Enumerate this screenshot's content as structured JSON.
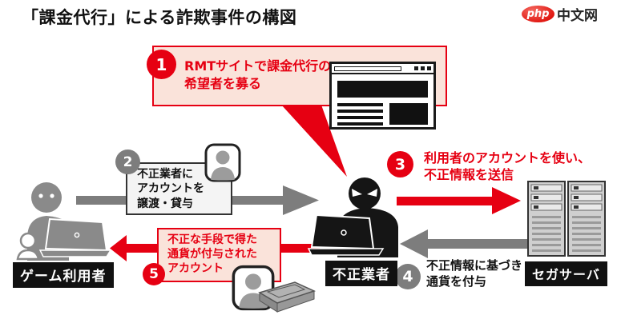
{
  "header": {
    "title": "「課金代行」による詐欺事件の構図"
  },
  "logo": {
    "badge": "php",
    "site": "中文网"
  },
  "colors": {
    "accent_red": "#e60012",
    "pink_fill": "#fae3da",
    "gray": "#7d7d7d",
    "black": "#111111"
  },
  "steps": [
    {
      "number": "1",
      "lines": [
        "RMTサイトで課金代行の",
        "希望者を募る"
      ]
    },
    {
      "number": "2",
      "lines": [
        "不正業者に",
        "アカウントを",
        "譲渡・貸与"
      ]
    },
    {
      "number": "3",
      "lines": [
        "利用者のアカウントを使い、",
        "不正情報を送信"
      ]
    },
    {
      "number": "4",
      "lines": [
        "不正情報に基づき",
        "通貨を付与"
      ]
    },
    {
      "number": "5",
      "lines": [
        "不正な手段で得た",
        "通貨が付与された",
        "アカウント"
      ]
    }
  ],
  "actors": {
    "game_user": {
      "label": "ゲーム利用者"
    },
    "fraudster": {
      "label": "不正業者"
    },
    "server": {
      "label": "セガサーバ"
    }
  }
}
